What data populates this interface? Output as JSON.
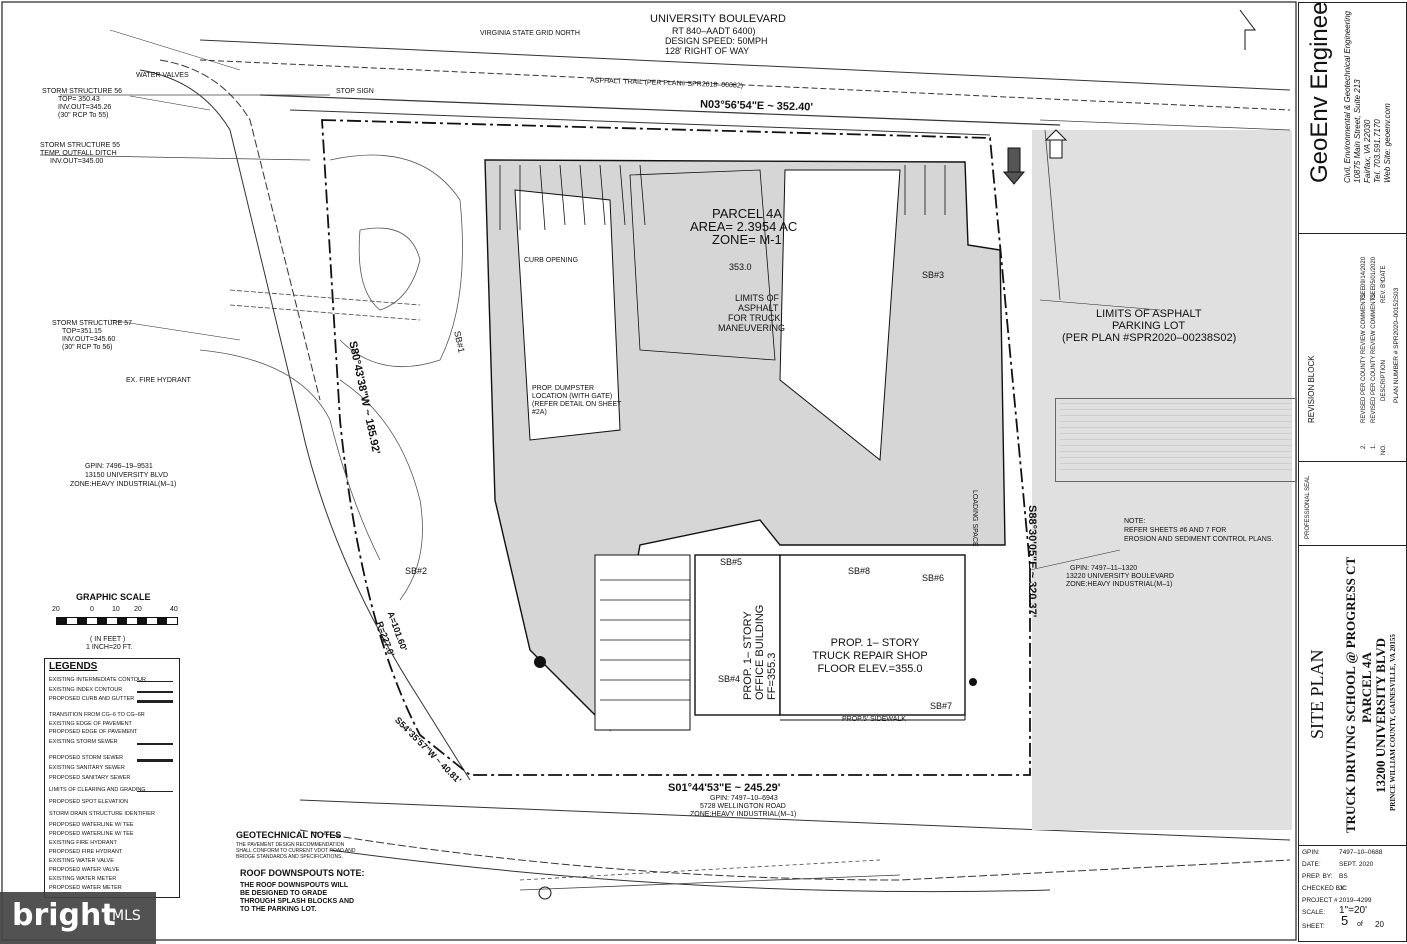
{
  "street": {
    "name": "UNIVERSITY BOULEVARD",
    "rt": "RT 840–AADT 6400)",
    "speed": "DESIGN SPEED: 50MPH",
    "row": "128' RIGHT OF WAY",
    "grid": "VIRGINIA STATE GRID NORTH"
  },
  "bearings": {
    "north": "N03°56'54\"E ~ 352.40'",
    "south": "S01°44'53\"E ~ 245.29'",
    "west": "S80°43'38\"W ~ 185.92'",
    "east": "S88°30'05\"E ~ 320.37'",
    "sw_arc": "A=101.60'",
    "sw_radius": "R=227.0'",
    "sw_chord": "S54°35'57\"W ~ 40.81'"
  },
  "parcel": {
    "name": "PARCEL 4A",
    "area": "AREA= 2.3954 AC",
    "zone": "ZONE= M-1",
    "elev": "353.0"
  },
  "labels": {
    "limits_truck": [
      "LIMITS OF",
      "ASPHALT",
      "FOR TRUCK",
      "MANEUVERING"
    ],
    "limits_parking": [
      "LIMITS OF ASPHALT",
      "PARKING LOT",
      "(PER PLAN #SPR2020–00238S02)"
    ],
    "office": [
      "PROP. 1– STORY",
      "OFFICE BUILDING",
      "FF=355.3"
    ],
    "shop": [
      "PROP. 1– STORY",
      "TRUCK REPAIR SHOP",
      "FLOOR ELEV.=355.0"
    ],
    "dumpster": [
      "PROP. DUMPSTER",
      "LOCATION (WITH GATE)",
      "(REFER DETAIL ON SHEET",
      "#2A)"
    ],
    "curb_opening": "CURB OPENING",
    "loading": "LOADING SPACE",
    "sidewalk": "PROP.5' SIDEWALK",
    "sb": [
      "SB#1",
      "SB#2",
      "SB#3",
      "SB#4",
      "SB#5",
      "SB#6",
      "SB#7",
      "SB#8"
    ],
    "neighbor_w": [
      "GPIN: 7496–19–9531",
      "13150 UNIVERSITY BLVD",
      "ZONE:HEAVY INDUSTRIAL(M–1)"
    ],
    "neighbor_e": [
      "GPIN: 7497–11–1320",
      "13220 UNIVERSITY BOULEVARD",
      "ZONE:HEAVY INDUSTRIAL(M–1)"
    ],
    "neighbor_s": [
      "GPIN: 7497–10–6943",
      "5728 WELLINGTON ROAD",
      "ZONE:HEAVY INDUSTRIAL(M–1)"
    ],
    "note_refer": [
      "NOTE:",
      "REFER SHEETS #6 AND 7 FOR",
      "EROSION AND SEDIMENT CONTROL PLANS."
    ],
    "asphalt_trail": "ASPHALT TRAIL (PER PLAN# SPR2018–00082)",
    "storm56": [
      "STORM STRUCTURE 56",
      "TOP= 350.43",
      "INV.OUT=345.26",
      "(30\" RCP To 55)"
    ],
    "storm55": [
      "STORM STRUCTURE 55",
      "TEMP. OUTFALL DITCH",
      "INV.OUT=345.00"
    ],
    "storm57": [
      "STORM STRUCTURE 57",
      "TOP=351.15",
      "INV.OUT=345.60",
      "(30\" RCP To 56)"
    ],
    "fire_hydrant": "EX. FIRE HYDRANT",
    "water_valves": "WATER VALVES",
    "stop_sign": "STOP SIGN"
  },
  "scale": {
    "title": "GRAPHIC SCALE",
    "ticks": [
      "20",
      "0",
      "10",
      "20",
      "40"
    ],
    "unit": "( IN FEET )",
    "ratio": "1 INCH=20  FT."
  },
  "legend": {
    "title": "LEGENDS",
    "items": [
      "EXISTING INTERMEDIATE CONTOUR",
      "EXISTING INDEX CONTOUR",
      "PROPOSED CURB AND GUTTER",
      "TRANSITION FROM CG–6 TO CG–6R",
      "EXISTING EDGE OF PAVEMENT",
      "PROPOSED EDGE OF PAVEMENT",
      "EXISTING STORM SEWER",
      "PROPOSED STORM SEWER",
      "EXISTING SANITARY SEWER",
      "PROPOSED SANITARY SEWER",
      "LIMITS OF CLEARING AND GRADING",
      "PROPOSED SPOT ELEVATION",
      "STORM DRAIN STRUCTURE IDENTIFIER",
      "PROPOSED WATERLINE W/ TEE",
      "PROPOSED WATERLINE W/ TEE",
      "EXISTING FIRE HYDRANT",
      "PROPOSED FIRE HYDRANT",
      "EXISTING WATER VALVE",
      "PROPOSED WATER VALVE",
      "EXISTING WATER METER",
      "PROPOSED WATER METER"
    ]
  },
  "geotech": {
    "title": "GEOTECHNICAL NOTES",
    "body": "THE PAVEMENT DESIGN RECOMMENDATION SHALL CONFORM TO CURRENT VDOT ROAD AND BRIDGE STANDARDS AND SPECIFICATIONS.",
    "roof_title": "ROOF DOWNSPOUTS NOTE:",
    "roof_body": [
      "THE ROOF DOWNSPOUTS WILL",
      "BE DESIGNED TO GRADE",
      "THROUGH SPLASH BLOCKS AND",
      "TO THE PARKING LOT."
    ]
  },
  "titleblock": {
    "company": "GeoEnv Engineers",
    "tagline": "Civil, Environmental & Geotechnical Engineering",
    "address": "10875 Main Street, Suite 213",
    "city": "Fairfax, VA 22030",
    "tel": "Tel. 703.591.7170",
    "web": "Web Site: geoenv.com",
    "revision_block": "REVISION BLOCK",
    "revisions": [
      {
        "no": "2.",
        "desc": "REVISED PER COUNTY REVIEW COMMENTS",
        "by": "GEE",
        "date": "09/14/2020"
      },
      {
        "no": "1.",
        "desc": "REVISED PER COUNTY REVIEW COMMENTS",
        "by": "GEE",
        "date": "05/01/2020"
      }
    ],
    "rev_headers": [
      "NO.",
      "DESCRIPTION",
      "REV. BY",
      "DATE"
    ],
    "plan_number": "PLAN NUMBER # SPR2020–00152S03",
    "seal": "PROFESSIONAL SEAL",
    "sheet_title": "SITE PLAN",
    "project_title": "TRUCK DRIVING SCHOOL @ PROGRESS CT",
    "project_sub1": "PARCEL 4A",
    "project_sub2": "13200 UNIVERSITY BLVD",
    "project_loc": "PRINCE WILLIAM COUNTY, GAINESVILLE, VA 20155",
    "info": [
      {
        "k": "GPIN:",
        "v": "7497–10–0688"
      },
      {
        "k": "DATE:",
        "v": "SEPT. 2020"
      },
      {
        "k": "PREP. BY:",
        "v": "BS"
      },
      {
        "k": "CHECKED BY:",
        "v": "JC"
      },
      {
        "k": "PROJECT #",
        "v": "2019–4299"
      },
      {
        "k": "SCALE:",
        "v": "1\"=20'"
      },
      {
        "k": "SHEET:",
        "v": "5"
      }
    ],
    "sheet_of": "of",
    "sheet_total": "20"
  },
  "watermark": {
    "brand": "bright",
    "suffix": "MLS"
  },
  "colors": {
    "parcel_fill": "#d6d6d6",
    "line": "#111111",
    "paper": "#ffffff"
  }
}
